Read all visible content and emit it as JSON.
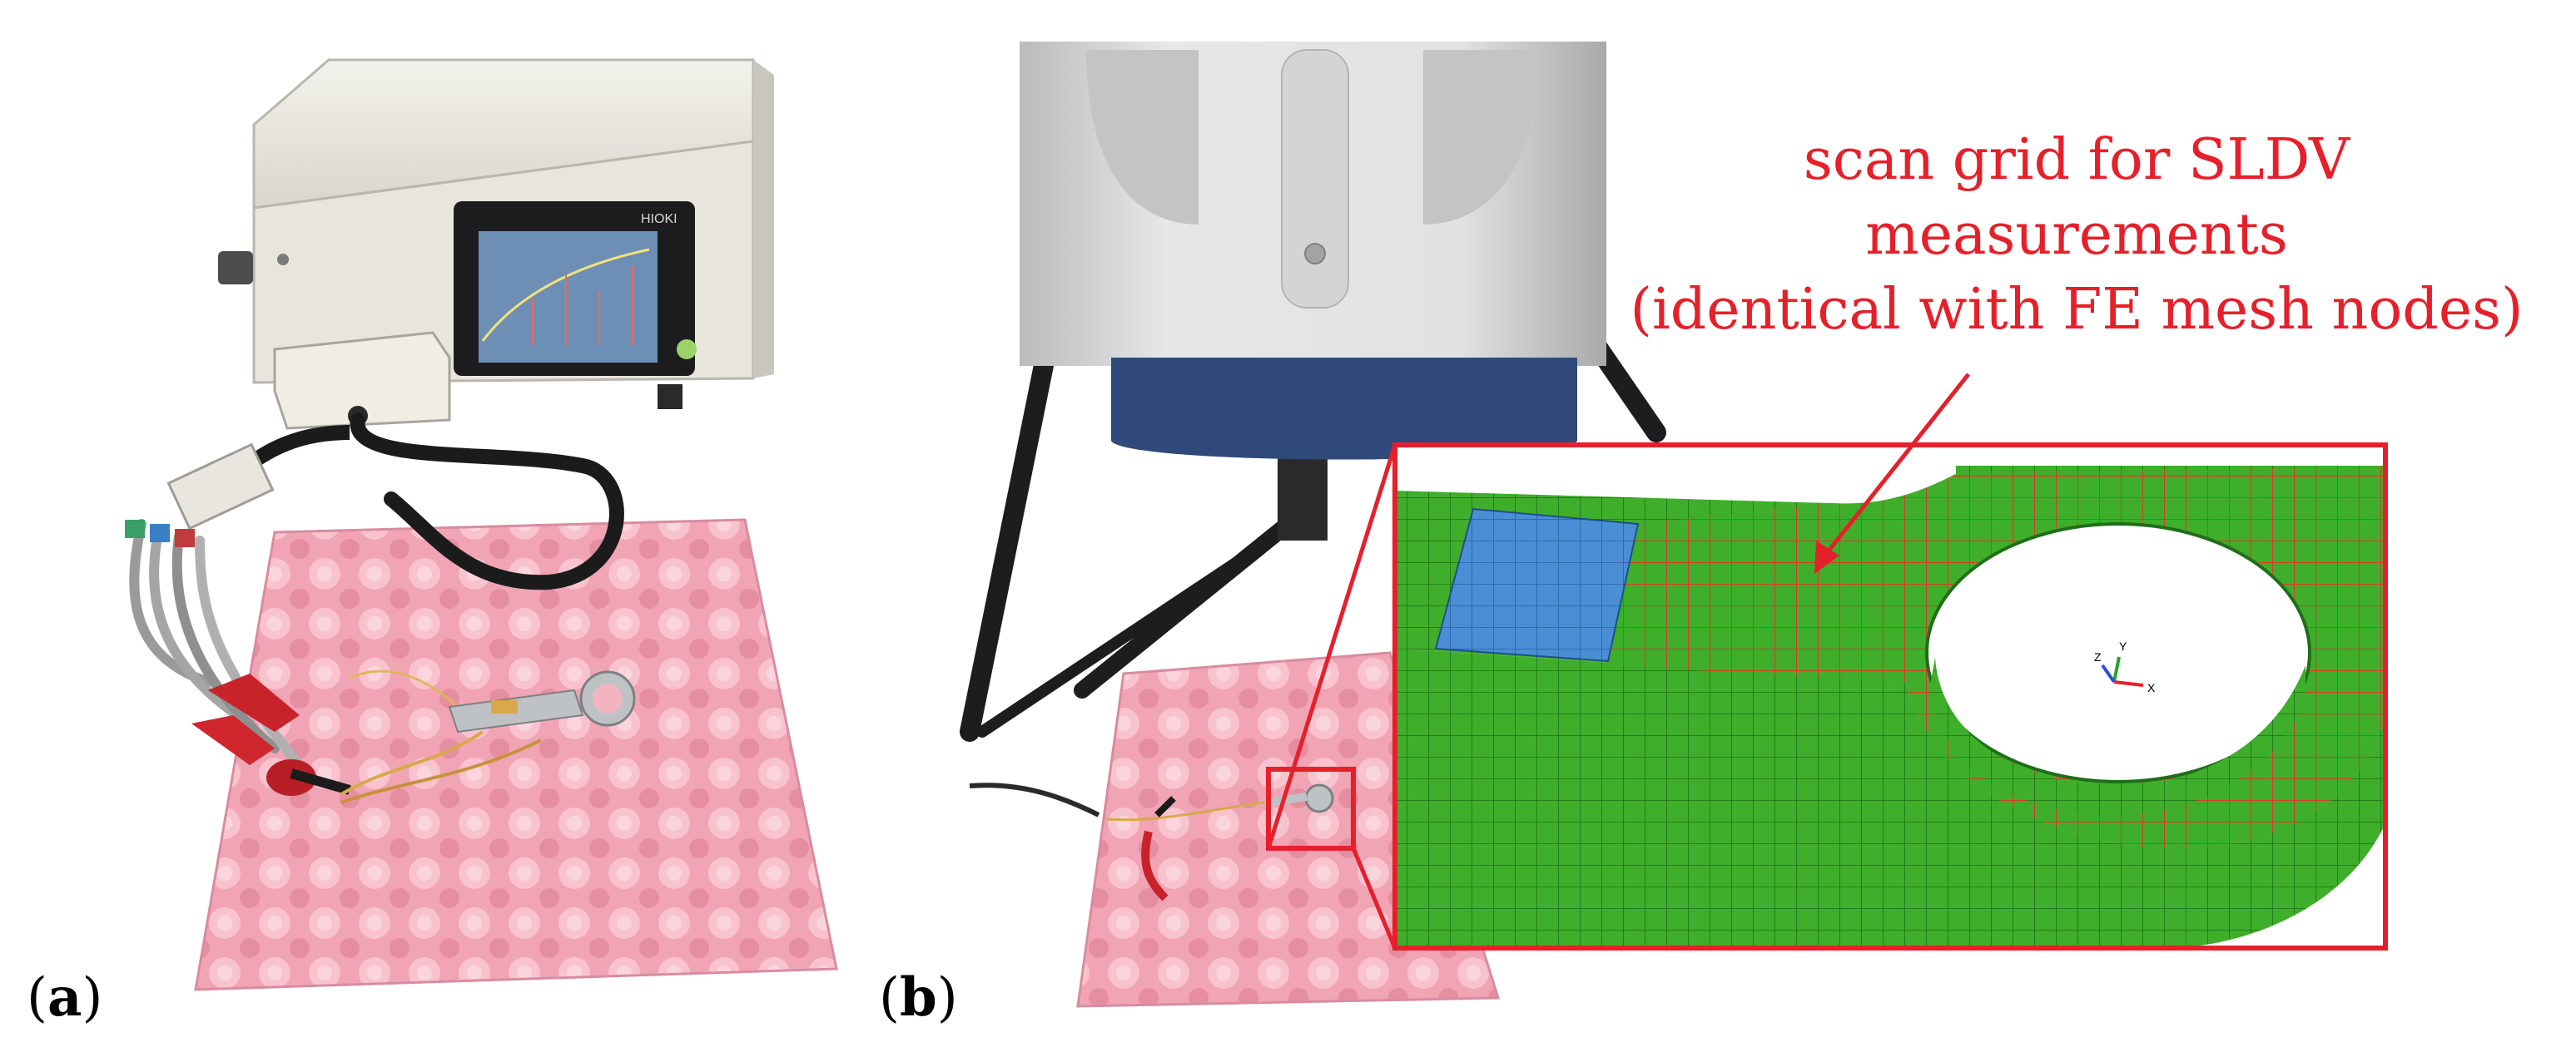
{
  "panels": {
    "a": {
      "open": "(",
      "letter": "a",
      "close": ")"
    },
    "b": {
      "open": "(",
      "letter": "b",
      "close": ")"
    }
  },
  "annotation": {
    "line1": "scan grid for SLDV",
    "line2": "measurements",
    "line3": "(identical with FE mesh nodes)"
  },
  "device_brand": "HIOKI",
  "axis_triad": {
    "x": "X",
    "y": "Y",
    "z": "Z"
  },
  "colors": {
    "annotation_red": "#e5202a",
    "mesh_green": "#3fae2a",
    "patch_blue": "#4a8fd6",
    "foam_pink": "#f2a7b6",
    "analyzer_body": "#e8e6dc",
    "vibrometer_body": "#d9dadb",
    "vibrometer_band": "#2f4a7a"
  }
}
